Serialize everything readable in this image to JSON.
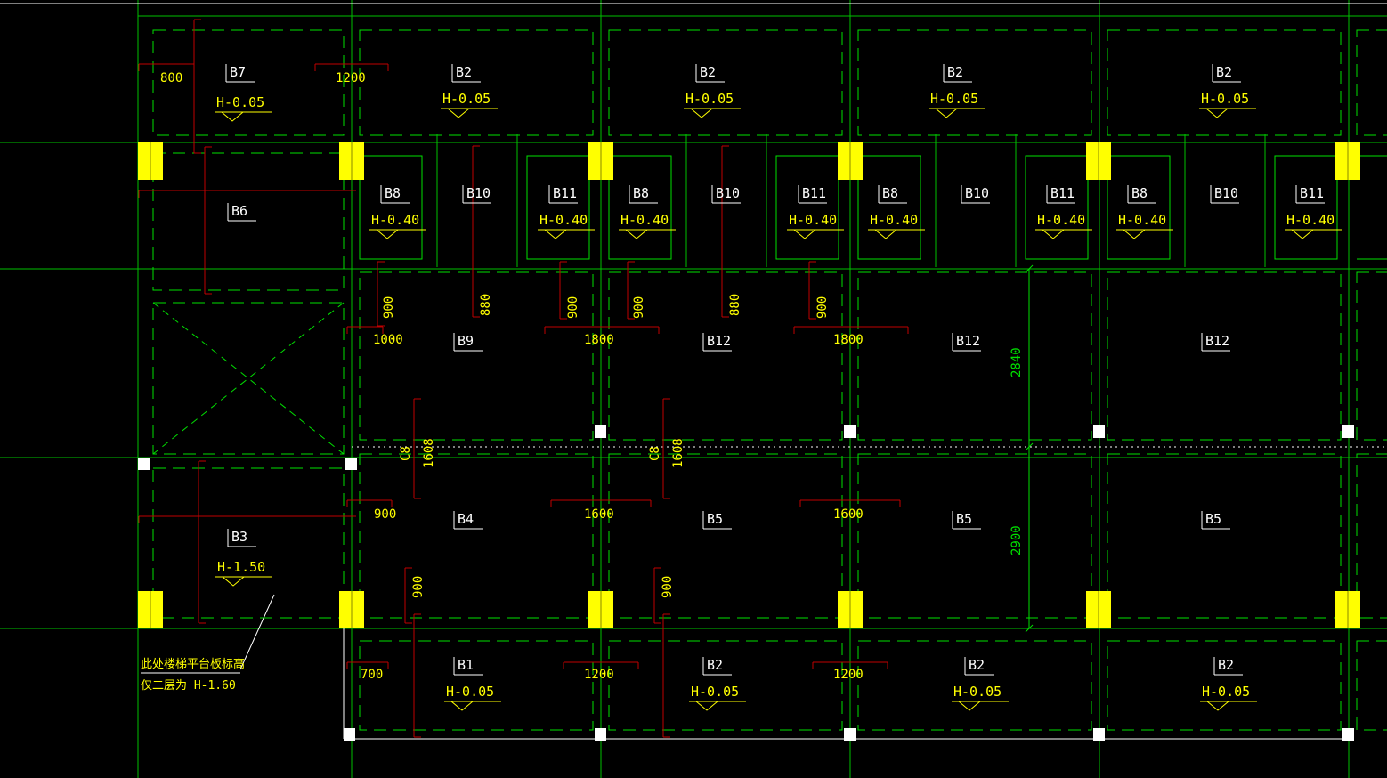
{
  "colors": {
    "background": "#000000",
    "grid_line": "#00c000",
    "slab_outline": "#00e000",
    "column": "#ffff00",
    "small_column": "#ffffff",
    "slab_label": "#ffffff",
    "elevation_label": "#ffff00",
    "rebar": "#c00000",
    "dimension_text": "#ffff00",
    "vertical_dim": "#00e000"
  },
  "slabs": {
    "B7": "B7",
    "B2": "B2",
    "B6": "B6",
    "B8": "B8",
    "B10": "B10",
    "B11": "B11",
    "B9": "B9",
    "B12": "B12",
    "B3": "B3",
    "B4": "B4",
    "B5": "B5",
    "B1": "B1"
  },
  "elevations": {
    "h005": "H-0.05",
    "h040": "H-0.40",
    "h150": "H-1.50"
  },
  "dims": {
    "d700": "700",
    "d800": "800",
    "d880": "880",
    "d900": "900",
    "d1000": "1000",
    "d1200": "1200",
    "d1600": "1600",
    "d1800": "1800",
    "d1608": "1608",
    "c8": "C8"
  },
  "vertical_dims": {
    "span_top": "2840",
    "span_bottom": "2900"
  },
  "note": {
    "line1": "此处楼梯平台板标高",
    "line2": "仅二层为  H-1.60"
  }
}
